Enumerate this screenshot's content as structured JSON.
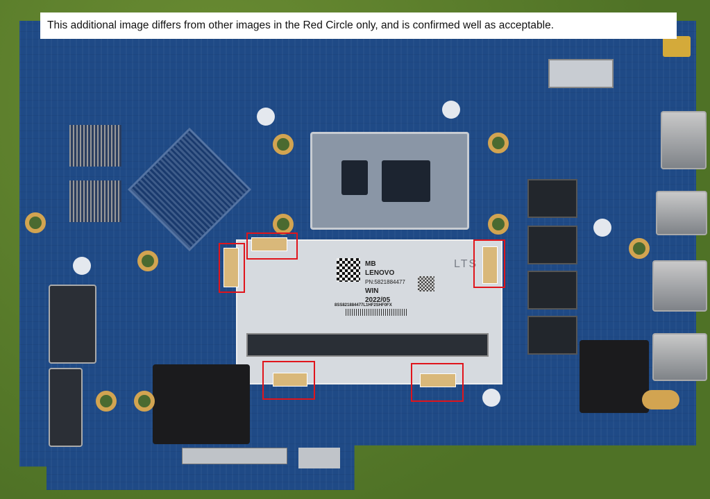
{
  "caption": "This additional image differs from other images in the Red Circle only, and is confirmed well as acceptable.",
  "board_label": {
    "line1": "MB",
    "line2": "LENOVO",
    "line3": "PN:5821884477",
    "line4": "WIN",
    "line5": "2022/05",
    "serial": "8SS821884477L1HF2SHF0FX"
  },
  "watermark": "LTS",
  "highlight_color": "#e0141b"
}
